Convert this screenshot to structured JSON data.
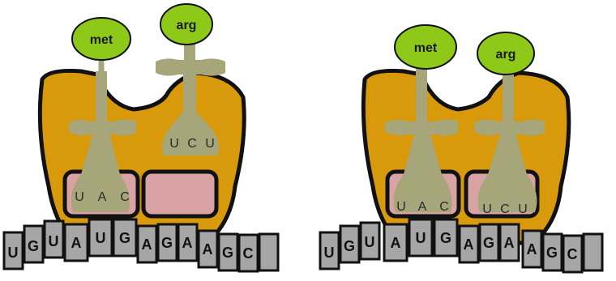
{
  "panels": [
    {
      "id": "left",
      "amino_acids": [
        "met",
        "arg"
      ],
      "trna_anticodons": [
        [
          "U",
          "A",
          "C"
        ],
        [
          "U",
          "C",
          "U"
        ]
      ],
      "mrna_bases": [
        "U",
        "G",
        "U",
        "A",
        "U",
        "G",
        "A",
        "G",
        "A",
        "A",
        "G",
        "C",
        ""
      ]
    },
    {
      "id": "right",
      "amino_acids": [
        "met",
        "arg"
      ],
      "trna_anticodons": [
        [
          "U",
          "A",
          "C"
        ],
        [
          "U",
          "C",
          "U"
        ]
      ],
      "mrna_bases": [
        "U",
        "G",
        "U",
        "A",
        "U",
        "G",
        "A",
        "G",
        "A",
        "A",
        "G",
        "C",
        ""
      ]
    }
  ],
  "colors": {
    "ribosome": "#D89A0A",
    "ribosome_outline": "#111111",
    "binding_site": "#D9A3A6",
    "trna": "#A7A57A",
    "amino_acid": "#8EC91A",
    "codon_block": "#A6A6A6",
    "background": "#FFFFFF"
  }
}
